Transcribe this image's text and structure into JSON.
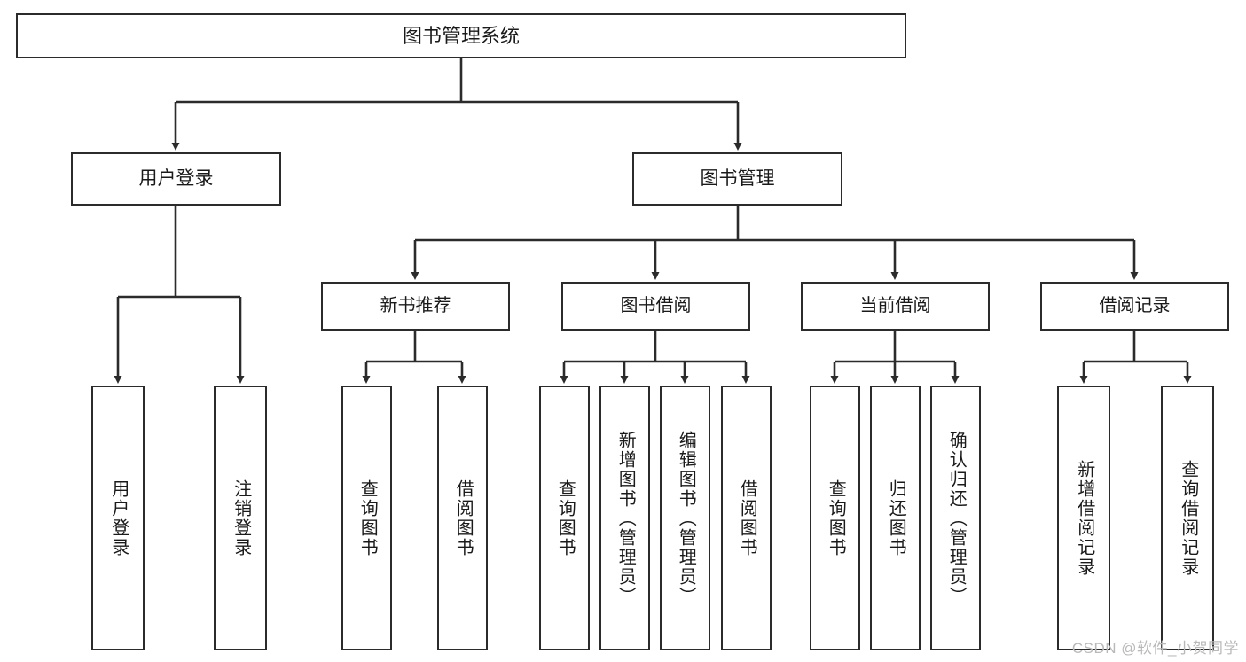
{
  "diagram": {
    "title": "图书管理系统",
    "root": {
      "label": "图书管理系统"
    },
    "level2": [
      {
        "label": "用户登录"
      },
      {
        "label": "图书管理"
      }
    ],
    "level3": [
      {
        "label": "新书推荐"
      },
      {
        "label": "图书借阅"
      },
      {
        "label": "当前借阅"
      },
      {
        "label": "借阅记录"
      }
    ],
    "leaves": {
      "user_login": [
        {
          "label": "用户登录"
        },
        {
          "label": "注销登录"
        }
      ],
      "new_book_recommend": [
        {
          "label": "查询图书"
        },
        {
          "label": "借阅图书"
        }
      ],
      "book_borrow": [
        {
          "label": "查询图书"
        },
        {
          "label": "新增图书（管理员）"
        },
        {
          "label": "编辑图书（管理员）"
        },
        {
          "label": "借阅图书"
        }
      ],
      "current_borrow": [
        {
          "label": "查询图书"
        },
        {
          "label": "归还图书"
        },
        {
          "label": "确认归还（管理员）"
        }
      ],
      "borrow_record": [
        {
          "label": "新增借阅记录"
        },
        {
          "label": "查询借阅记录"
        }
      ]
    },
    "watermark": "CSDN @软件_小贺同学",
    "colors": {
      "stroke": "#2b2b2b",
      "background": "#ffffff",
      "text": "#1a1a1a",
      "watermark": "#b9b9b9"
    }
  }
}
